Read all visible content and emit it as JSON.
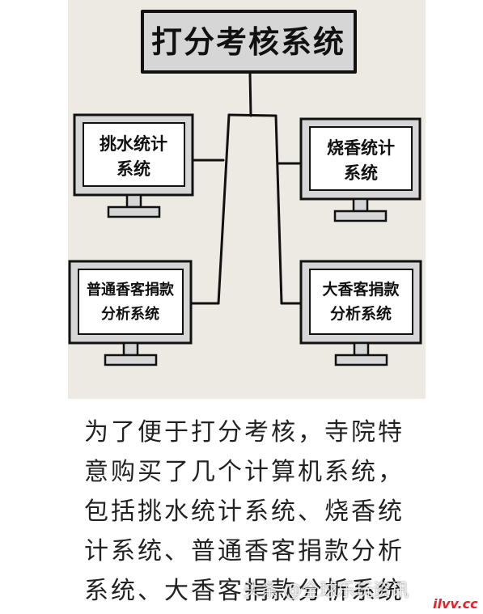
{
  "diagram": {
    "root": {
      "label": "打分考核系统"
    },
    "nodes": [
      {
        "id": "drainage",
        "lines": [
          "挑水统计",
          "系统"
        ]
      },
      {
        "id": "incense",
        "lines": [
          "烧香统计",
          "系统"
        ]
      },
      {
        "id": "regular-donation",
        "lines": [
          "普通香客捐款",
          "分析系统"
        ]
      },
      {
        "id": "major-donation",
        "lines": [
          "大香客捐款",
          "分析系统"
        ]
      }
    ]
  },
  "caption": {
    "lines": [
      "为了便于打分考核，寺院特",
      "意购买了几个计算机系统，",
      "包括挑水统计系统、烧香统",
      "计系统、普通香客捐款分析",
      "系统、大香客捐款分析系统"
    ]
  },
  "watermark": {
    "text": "头条  @全球乐玩资讯",
    "logo": "ilvv.cc"
  },
  "colors": {
    "panel_background": "#eceae3",
    "monitor_gray": "#d6d6d6",
    "stroke": "#111111",
    "logo_red": "#e8202a"
  }
}
